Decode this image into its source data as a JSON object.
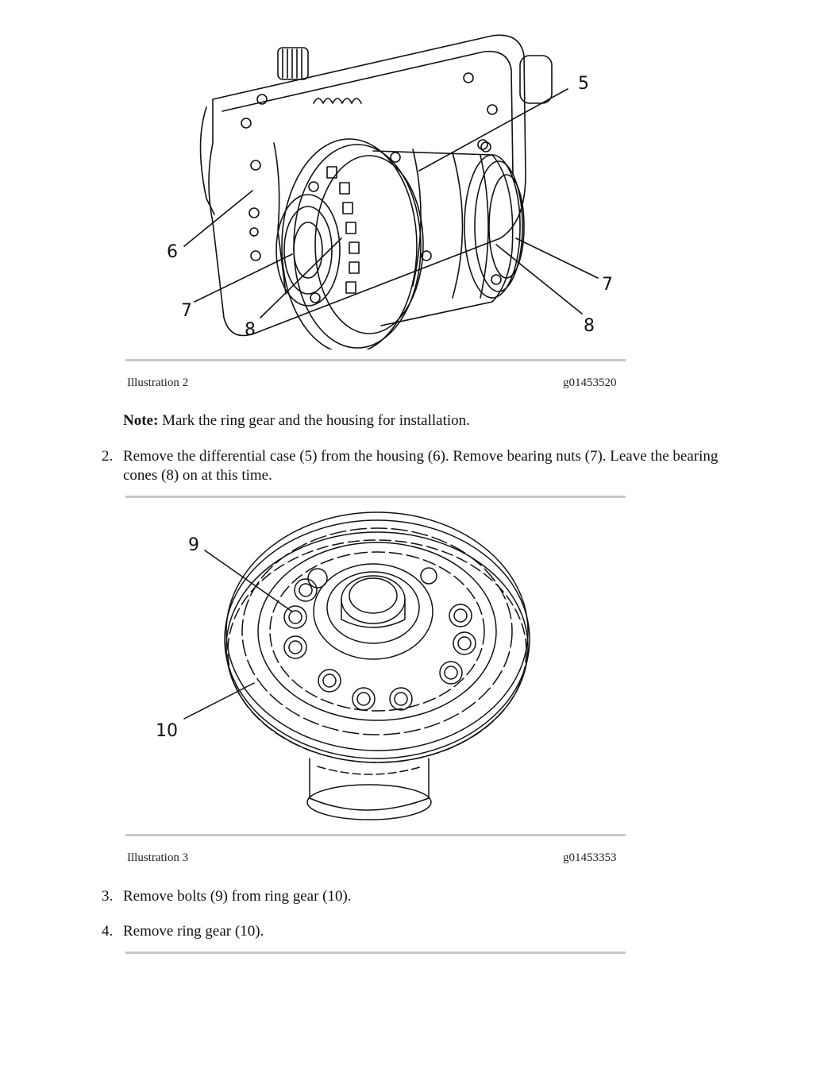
{
  "figure1": {
    "callouts": [
      "5",
      "6",
      "7",
      "8",
      "7",
      "8"
    ],
    "caption_left": "Illustration 2",
    "caption_right": "g01453520"
  },
  "note": {
    "label": "Note:",
    "text": " Mark the ring gear and the housing for installation."
  },
  "steps": [
    {
      "number": "2.",
      "text": "Remove the differential case (5) from the housing (6). Remove bearing nuts (7). Leave the bearing cones (8) on at this time."
    },
    {
      "number": "3.",
      "text": "Remove bolts (9) from ring gear (10)."
    },
    {
      "number": "4.",
      "text": "Remove ring gear (10)."
    }
  ],
  "figure2": {
    "callouts": [
      "9",
      "10"
    ],
    "caption_left": "Illustration 3",
    "caption_right": "g01453353"
  }
}
